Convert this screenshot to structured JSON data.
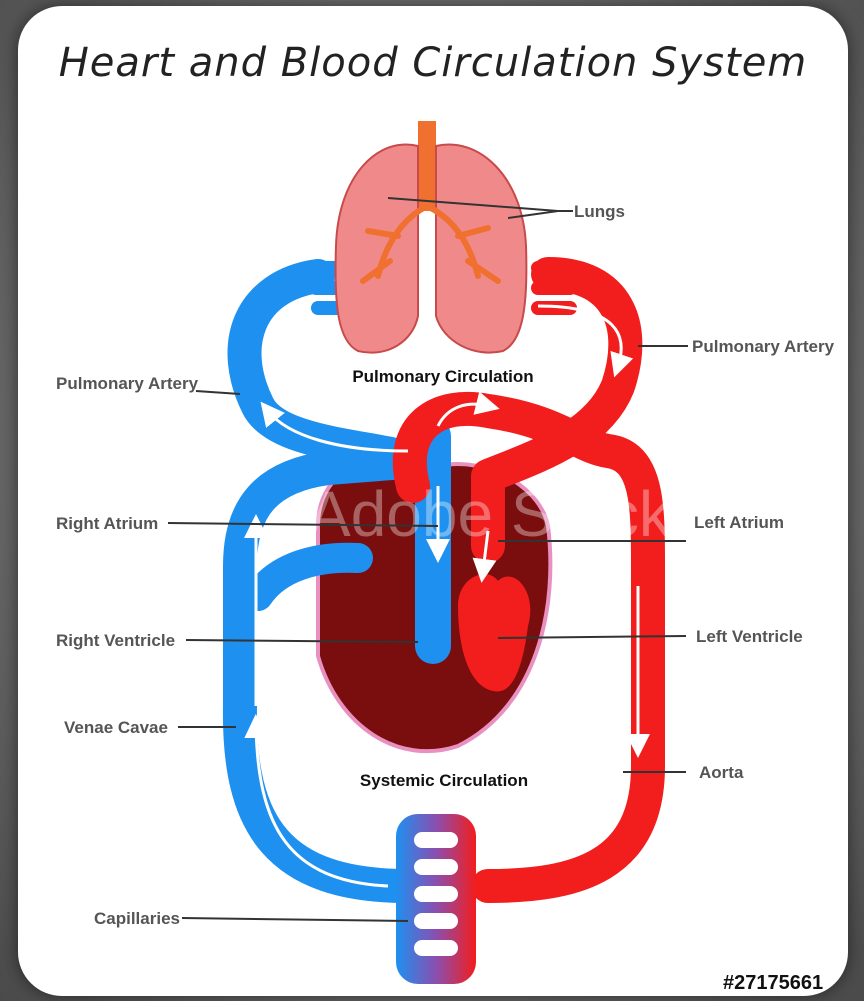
{
  "title": "Heart and Blood Circulation System",
  "labels": {
    "lungs": "Lungs",
    "pulmonary_artery_right": "Pulmonary Artery",
    "pulmonary_artery_left": "Pulmonary Artery",
    "pulmonary_circulation": "Pulmonary Circulation",
    "right_atrium": "Right Atrium",
    "left_atrium": "Left Atrium",
    "right_ventricle": "Right Ventricle",
    "left_ventricle": "Left Ventricle",
    "venae_cavae": "Venae Cavae",
    "systemic_circulation": "Systemic Circulation",
    "aorta": "Aorta",
    "capillaries": "Capillaries"
  },
  "watermark": "Adobe Stock",
  "stock_id": "#27175661",
  "colors": {
    "oxygen_poor": "#1e90f0",
    "oxygen_rich": "#f21d1d",
    "heart_muscle": "#7a0d0d",
    "lung": "#f08a8a"
  }
}
